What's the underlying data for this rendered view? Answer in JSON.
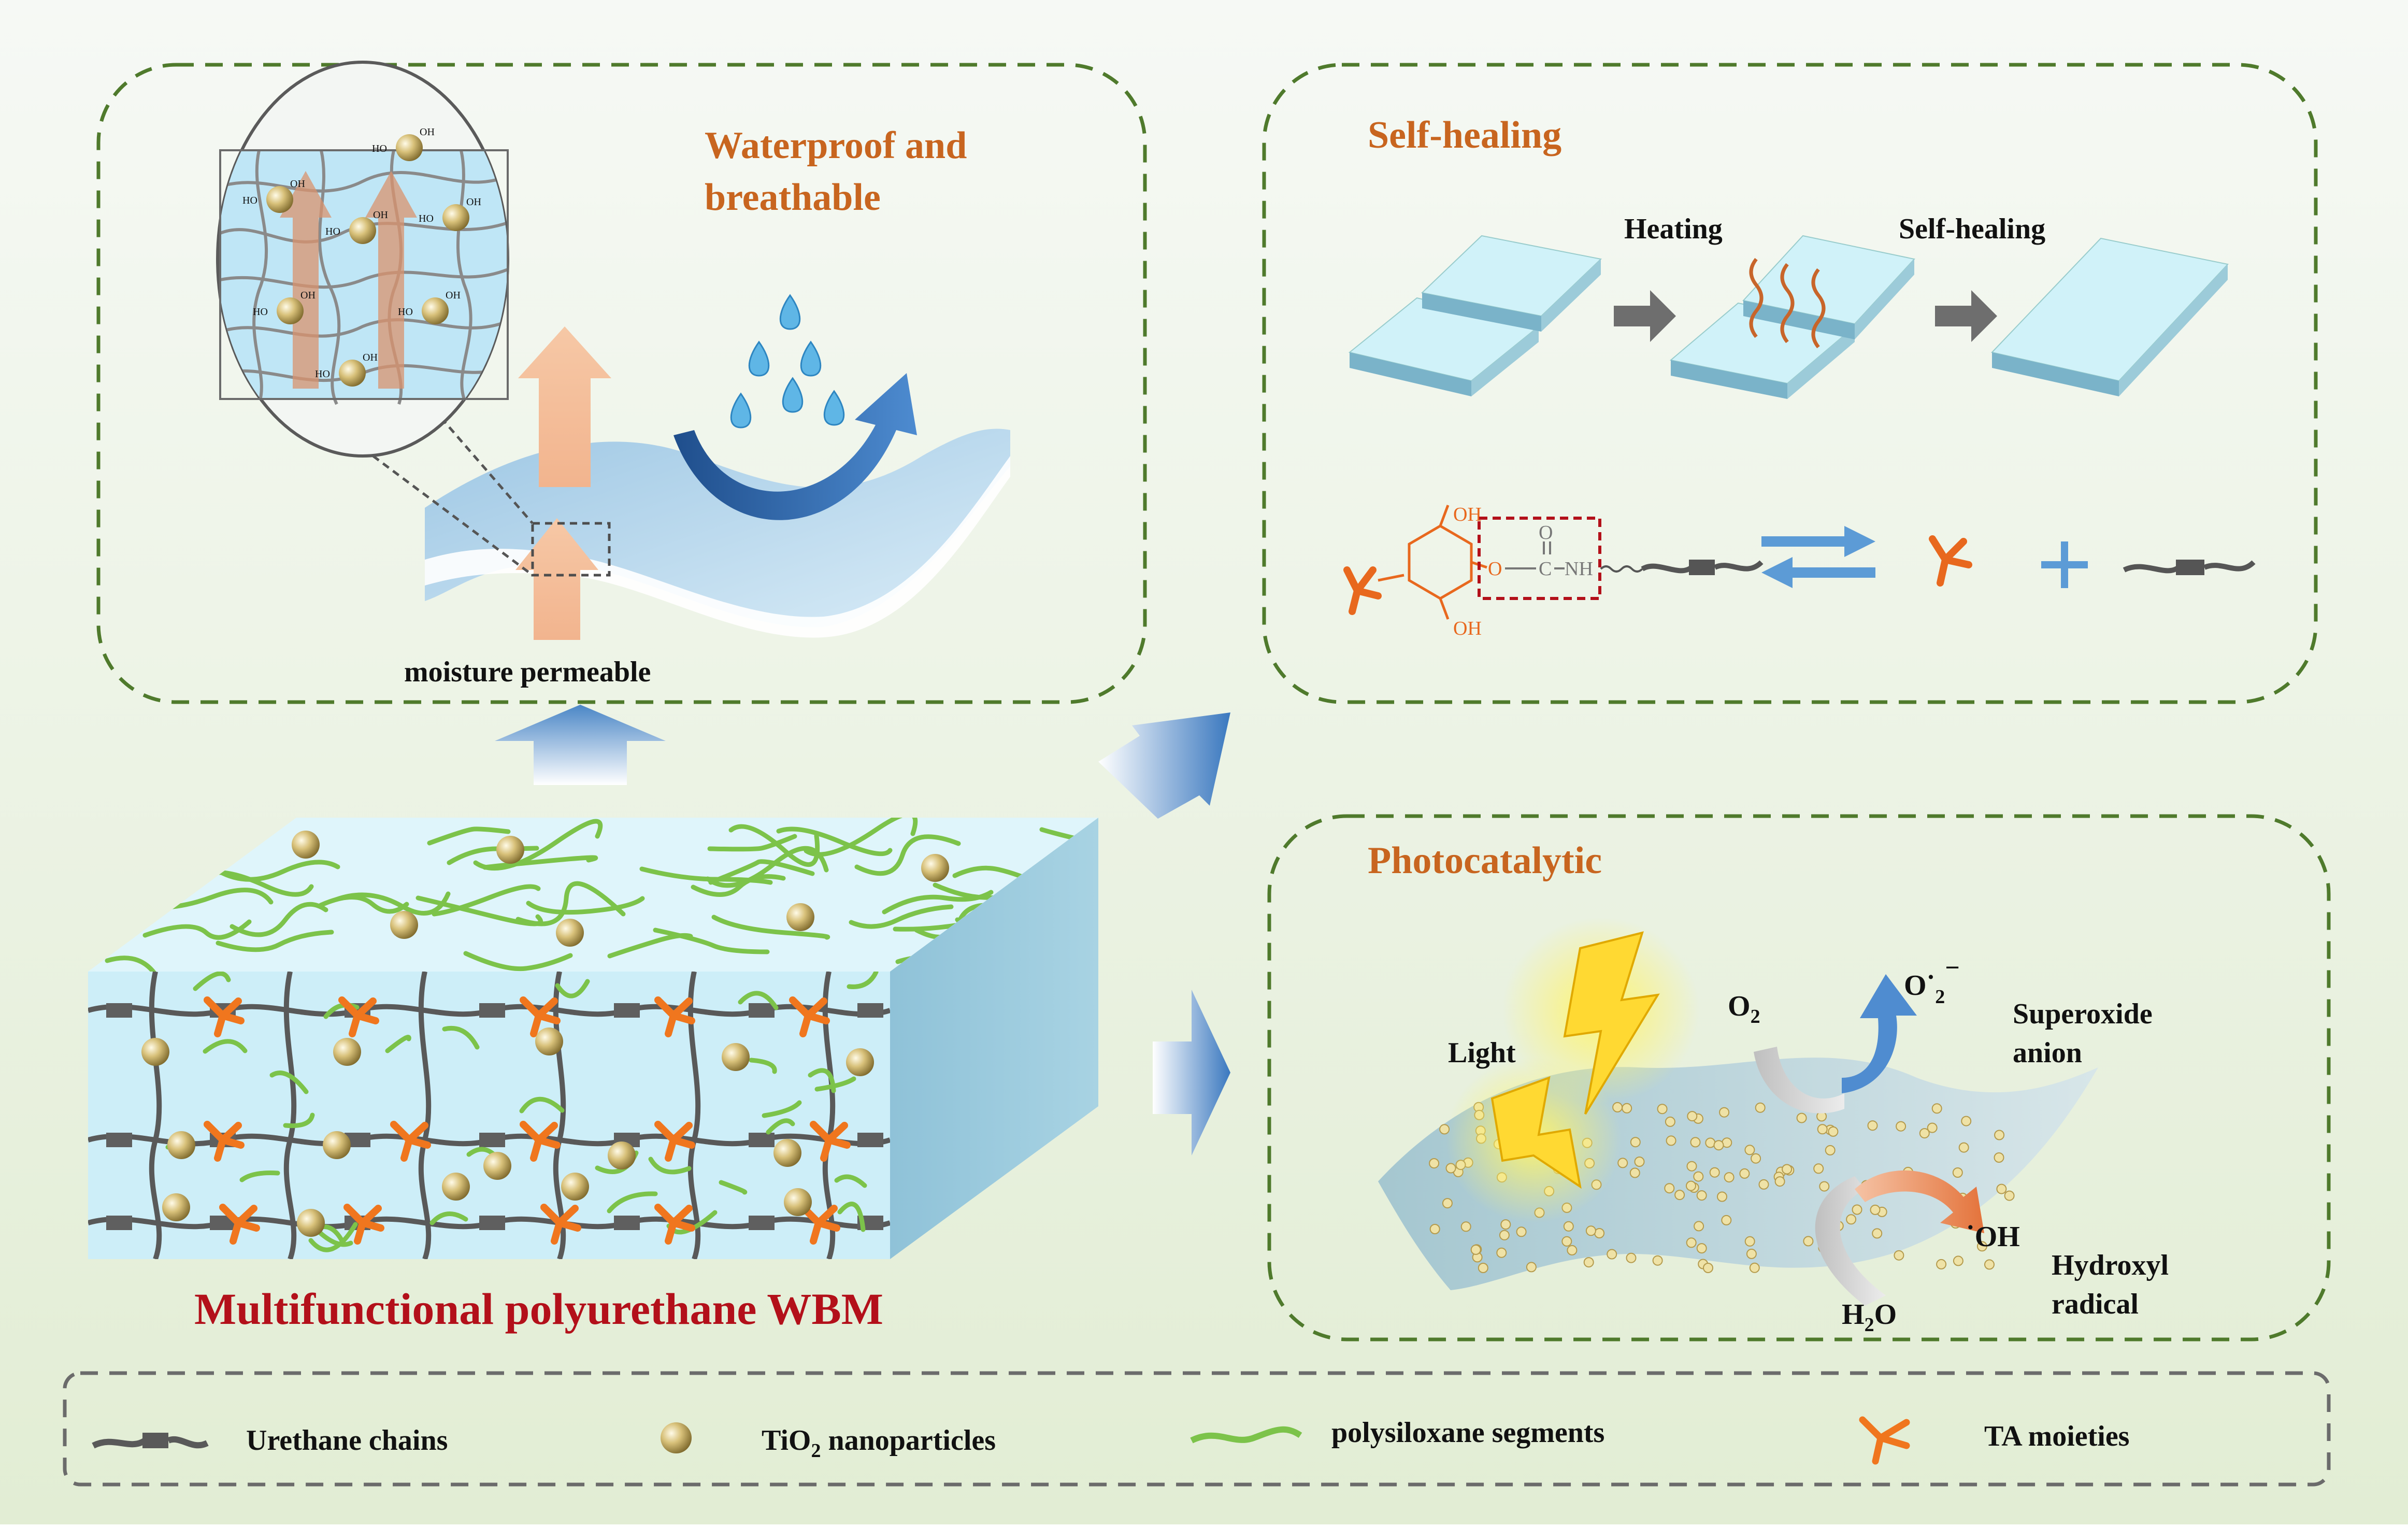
{
  "colors": {
    "bg_top": "#f6f9f5",
    "bg_bottom": "#e3eed6",
    "panel_border": "#4f7a2c",
    "legend_border": "#6b6b6b",
    "title_orange": "#c8651f",
    "title_red": "#b3101a",
    "membrane_blue": "#cdeef8",
    "arrow_blue": "#3a73b5",
    "polysiloxane_green": "#7cc34a",
    "urethane_gray": "#595959",
    "ta_orange": "#f0761e",
    "tio2_gold": "#cbb46a"
  },
  "waterproof": {
    "title_line1": "Waterproof and",
    "title_line2": "breathable",
    "caption": "moisture permeable",
    "oh_label": "OH",
    "ho_label": "HO"
  },
  "self_healing": {
    "title": "Self-healing",
    "step_heating": "Heating",
    "step_selfhealing": "Self-healing",
    "chem_oh": "OH",
    "chem_o": "O",
    "chem_c": "C",
    "chem_nh": "NH"
  },
  "photocatalytic": {
    "title": "Photocatalytic",
    "light": "Light",
    "o2": "O",
    "o2_sub": "2",
    "superoxide_o": "O",
    "superoxide_dot": "·",
    "superoxide_sub": "2",
    "superoxide_charge": "−",
    "superoxide_label_1": "Superoxide",
    "superoxide_label_2": "anion",
    "hydroxyl_dot": "·",
    "hydroxyl_formula": "OH",
    "hydroxyl_label_1": "Hydroxyl",
    "hydroxyl_label_2": "radical",
    "h2o_h": "H",
    "h2o_sub": "2",
    "h2o_o": "O"
  },
  "main": {
    "title": "Multifunctional polyurethane WBM"
  },
  "legend": {
    "urethane": "Urethane chains",
    "tio2_prefix": "TiO",
    "tio2_sub": "2",
    "tio2_suffix": " nanoparticles",
    "polysiloxane": "polysiloxane segments",
    "ta": "TA moieties"
  }
}
